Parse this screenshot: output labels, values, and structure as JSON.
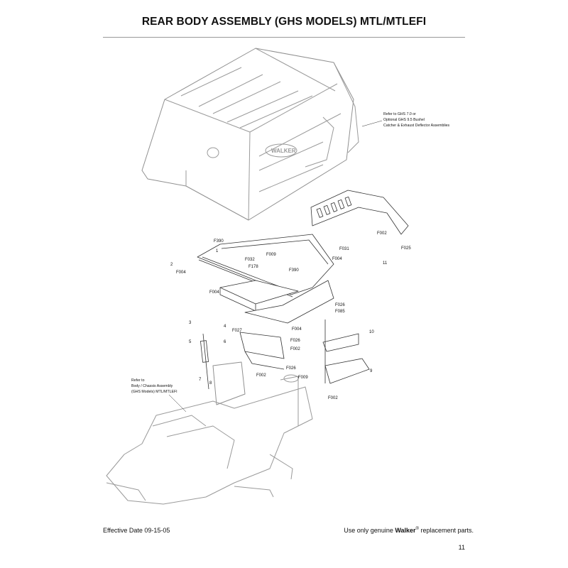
{
  "page": {
    "title": "REAR BODY ASSEMBLY (GHS MODELS) MTL/MTLEFI",
    "effective_date": "Effective Date 09-15-05",
    "footer_prefix": "Use only genuine ",
    "footer_brand": "Walker",
    "footer_reg": "®",
    "footer_suffix": " replacement parts.",
    "page_number": "11"
  },
  "diagram": {
    "body_badge": "WALKER",
    "notes": {
      "top_right": [
        "Refer to GHS 7.0 or",
        "Optional GHS 9.5 Bushel",
        "Catcher & Exhaust Deflector Assemblies"
      ],
      "left": [
        "Refer to",
        "Body / Chassis Assembly",
        "(GHS Models) MTL/MTLEFI"
      ]
    },
    "callouts": {
      "c1": "1",
      "c2": "2",
      "c3": "3",
      "c4": "4",
      "c5": "5",
      "c6": "6",
      "c7": "7",
      "c8": "8",
      "c9": "9",
      "c10": "10",
      "c11": "11",
      "f390a": "F390",
      "f390b": "F390",
      "f004a": "F004",
      "f004b": "F004",
      "f004c": "F004",
      "f004d": "F004",
      "f032": "F032",
      "f178": "F178",
      "f009a": "F009",
      "f009b": "F009",
      "f031": "F031",
      "f002a": "F002",
      "f002b": "F002",
      "f002c": "F002",
      "f002d": "F002",
      "f025": "F025",
      "f026a": "F026",
      "f026b": "F026",
      "f026c": "F026",
      "f085": "F085",
      "f027": "F027"
    }
  }
}
